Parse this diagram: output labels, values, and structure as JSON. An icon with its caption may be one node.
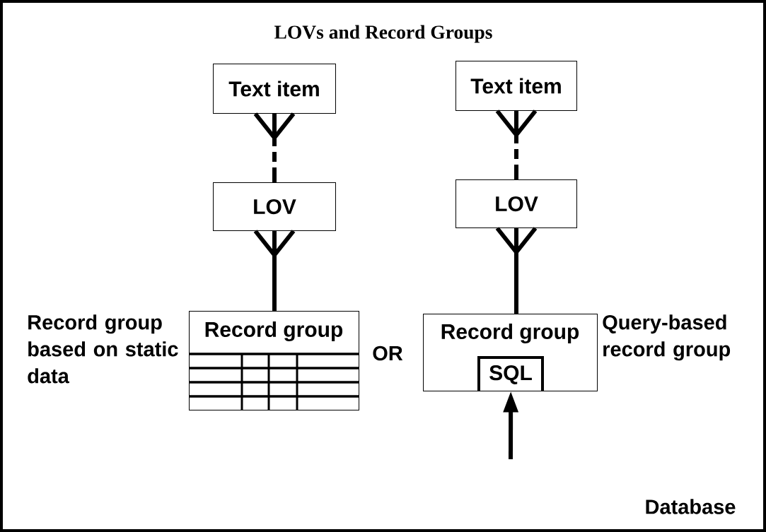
{
  "diagram": {
    "title": "LOVs and Record Groups",
    "nodes": [
      {
        "text": [
          "Text item"
        ]
      },
      {
        "text": [
          "LOV"
        ]
      },
      {
        "text": [
          "Record group"
        ],
        "beside": [
          "Record group based on static data"
        ]
      },
      {
        "text": [
          "Text item"
        ]
      },
      {
        "text": [
          "LOV"
        ]
      },
      {
        "text": [
          "Record group"
        ],
        "beside": [
          "Query-based record group"
        ]
      },
      {
        "text": [
          "SQL"
        ],
        "in": 5
      }
    ],
    "edges": [
      {
        "from": 0,
        "to": 1,
        "arrow": "other",
        "style": "dashed"
      },
      {
        "from": 1,
        "to": 2,
        "arrow": "other"
      },
      {
        "from": 3,
        "to": 4,
        "arrow": "other",
        "style": "dashed"
      },
      {
        "from": 4,
        "to": 5,
        "arrow": "other"
      },
      {
        "from": null,
        "to": 6,
        "arrow": "to"
      }
    ],
    "labels": [
      "OR",
      "Database"
    ]
  }
}
